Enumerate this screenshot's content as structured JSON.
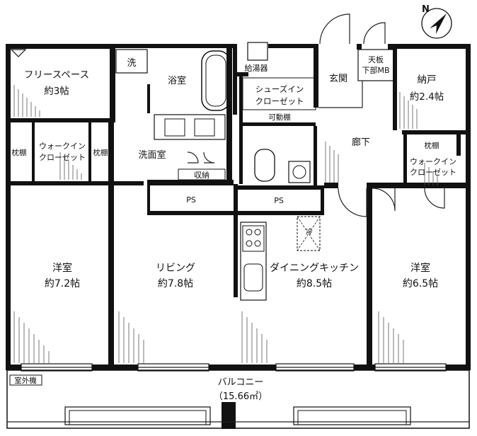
{
  "rooms": {
    "free_space": {
      "name": "フリースペース",
      "size": "約3帖"
    },
    "bathroom": {
      "name": "浴室"
    },
    "wash": {
      "name": "洗"
    },
    "water_heater": {
      "name": "給湯器"
    },
    "entrance": {
      "name": "玄関"
    },
    "ceiling_board": {
      "line1": "天板",
      "line2": "下部MB"
    },
    "storeroom": {
      "name": "納戸",
      "size": "約2.4帖"
    },
    "shoes_closet": {
      "line1": "シューズイン",
      "line2": "クローゼット"
    },
    "movable_shelf": {
      "name": "可動棚"
    },
    "corridor": {
      "name": "廊下"
    },
    "pillow_shelf_left": {
      "name": "枕棚"
    },
    "pillow_shelf_right": {
      "name": "枕棚"
    },
    "pillow_shelf_east": {
      "name": "枕棚"
    },
    "walkin_west": {
      "line1": "ウォークイン",
      "line2": "クローゼット"
    },
    "walkin_east": {
      "line1": "ウォークイン",
      "line2": "クローゼット"
    },
    "washroom": {
      "name": "洗面室"
    },
    "storage": {
      "name": "収納"
    },
    "ps1": {
      "name": "PS"
    },
    "ps2": {
      "name": "PS"
    },
    "fridge": {
      "name": "冷"
    },
    "western_room_west": {
      "name": "洋室",
      "size": "約7.2帖"
    },
    "living": {
      "name": "リビング",
      "size": "約7.8帖"
    },
    "dining_kitchen": {
      "name": "ダイニングキッチン",
      "size": "約8.5帖"
    },
    "western_room_east": {
      "name": "洋室",
      "size": "約6.5帖"
    },
    "outdoor_unit": {
      "name": "室外機"
    },
    "balcony": {
      "name": "バルコニー",
      "area": "（15.66㎡）"
    }
  },
  "compass": {
    "label": "N",
    "icon": "north-arrow-icon"
  }
}
